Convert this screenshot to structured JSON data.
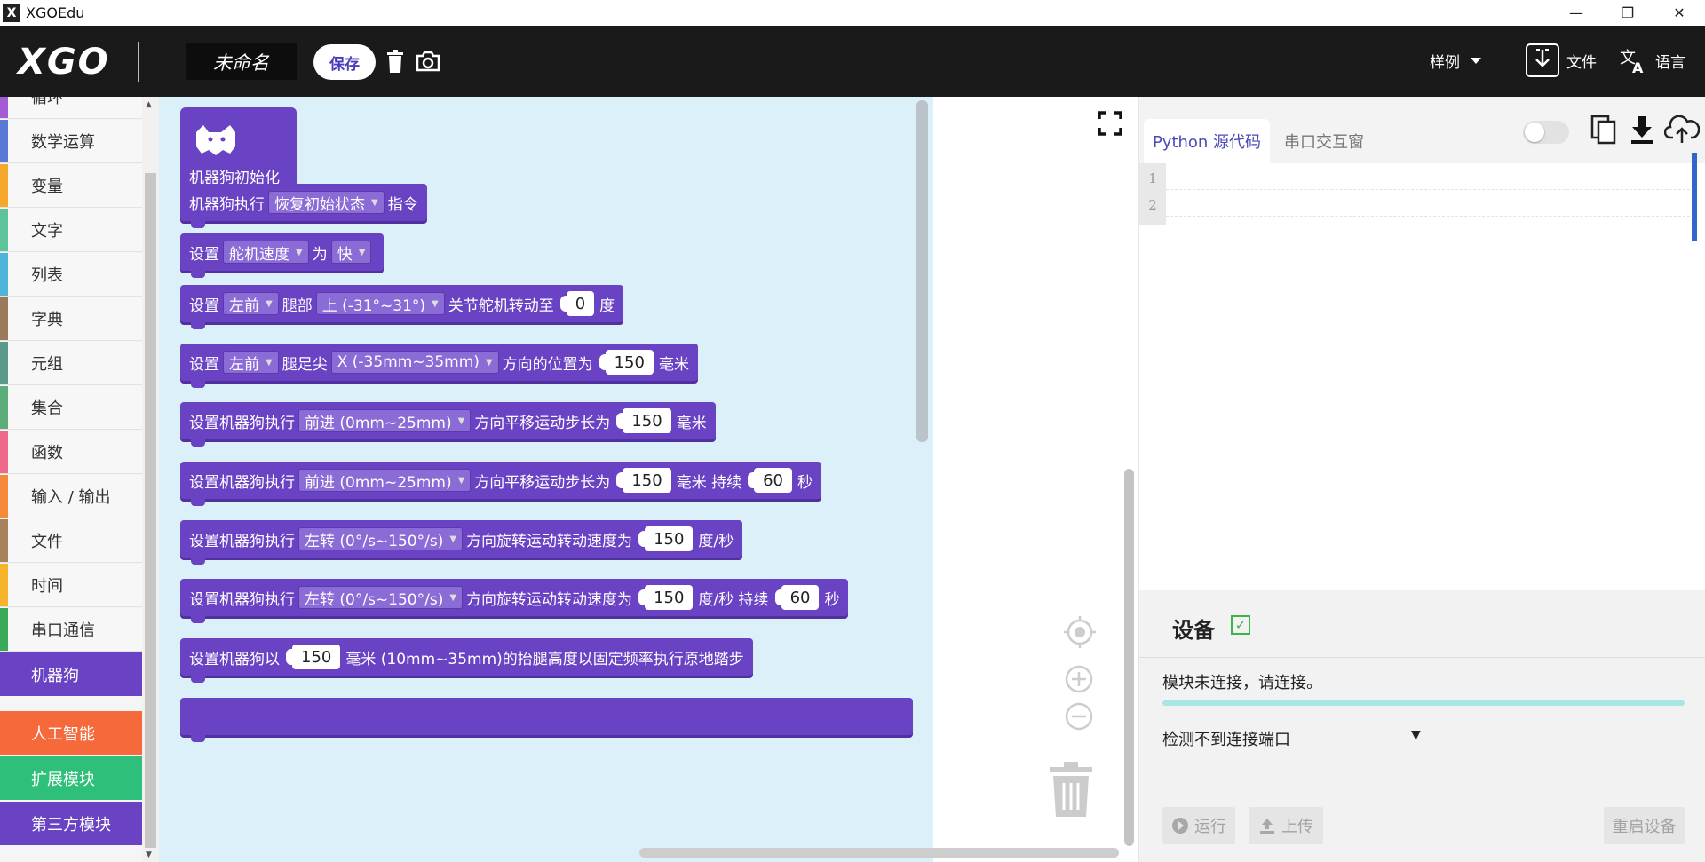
{
  "window": {
    "title": "XGOEdu",
    "app_icon": "X",
    "controls": {
      "minimize": "—",
      "restore": "❐",
      "close": "✕"
    }
  },
  "header": {
    "logo": "XGO",
    "project_name": "未命名",
    "save_label": "保存",
    "examples_label": "样例",
    "file_label": "文件",
    "language_label": "语言"
  },
  "sidebar": {
    "categories": [
      {
        "label": "循环",
        "color": "#a55bd4"
      },
      {
        "label": "数学运算",
        "color": "#5a78d6"
      },
      {
        "label": "变量",
        "color": "#f5a82c"
      },
      {
        "label": "文字",
        "color": "#5cc39a"
      },
      {
        "label": "列表",
        "color": "#4fb5d8"
      },
      {
        "label": "字典",
        "color": "#9a7a5a"
      },
      {
        "label": "元组",
        "color": "#5a9a8a"
      },
      {
        "label": "集合",
        "color": "#5bae7a"
      },
      {
        "label": "函数",
        "color": "#ef6a8a"
      },
      {
        "label": "输入 / 输出",
        "color": "#f58a3a"
      },
      {
        "label": "文件",
        "color": "#a8825a"
      },
      {
        "label": "时间",
        "color": "#f6b42c"
      },
      {
        "label": "串口通信",
        "color": "#3aaa5a"
      }
    ],
    "selected": {
      "label": "机器狗",
      "color": "#6a43c4"
    },
    "specials": [
      {
        "label": "人工智能",
        "color": "#f5693a"
      },
      {
        "label": "扩展模块",
        "color": "#2ec07a"
      },
      {
        "label": "第三方模块",
        "color": "#6a43c4"
      }
    ]
  },
  "blocks": {
    "hat": {
      "label": "机器狗初始化"
    },
    "b1": {
      "t1": "机器狗执行",
      "dd1": "恢复初始状态",
      "t2": "指令"
    },
    "b2": {
      "t1": "设置",
      "dd1": "舵机速度",
      "t2": "为",
      "dd2": "快"
    },
    "b3": {
      "t1": "设置",
      "dd1": "左前",
      "t2": "腿部",
      "dd2": "上 (-31°~31°)",
      "t3": "关节舵机转动至",
      "n1": "0",
      "t4": "度"
    },
    "b4": {
      "t1": "设置",
      "dd1": "左前",
      "t2": "腿足尖",
      "dd2": "X (-35mm~35mm)",
      "t3": "方向的位置为",
      "n1": "150",
      "t4": "毫米"
    },
    "b5": {
      "t1": "设置机器狗执行",
      "dd1": "前进 (0mm~25mm)",
      "t2": "方向平移运动步长为",
      "n1": "150",
      "t3": "毫米"
    },
    "b6": {
      "t1": "设置机器狗执行",
      "dd1": "前进 (0mm~25mm)",
      "t2": "方向平移运动步长为",
      "n1": "150",
      "t3": "毫米  持续",
      "n2": "60",
      "t4": "秒"
    },
    "b7": {
      "t1": "设置机器狗执行",
      "dd1": "左转 (0°/s~150°/s)",
      "t2": "方向旋转运动转动速度为",
      "n1": "150",
      "t3": "度/秒"
    },
    "b8": {
      "t1": "设置机器狗执行",
      "dd1": "左转 (0°/s~150°/s)",
      "t2": "方向旋转运动转动速度为",
      "n1": "150",
      "t3": "度/秒  持续",
      "n2": "60",
      "t4": "秒"
    },
    "b9": {
      "t1": "设置机器狗以",
      "n1": "150",
      "t2": "毫米 (10mm~35mm)的抬腿高度以固定频率执行原地踏步"
    }
  },
  "code_panel": {
    "tab_python": "Python 源代码",
    "tab_serial": "串口交互窗",
    "line_numbers": [
      "1",
      "2"
    ]
  },
  "device": {
    "title": "设备",
    "check": "✓",
    "status": "模块未连接，请连接。",
    "port": "检测不到连接端口",
    "port_arrow": "▼",
    "run_label": "运行",
    "upload_label": "上传",
    "restart_label": "重启设备"
  }
}
